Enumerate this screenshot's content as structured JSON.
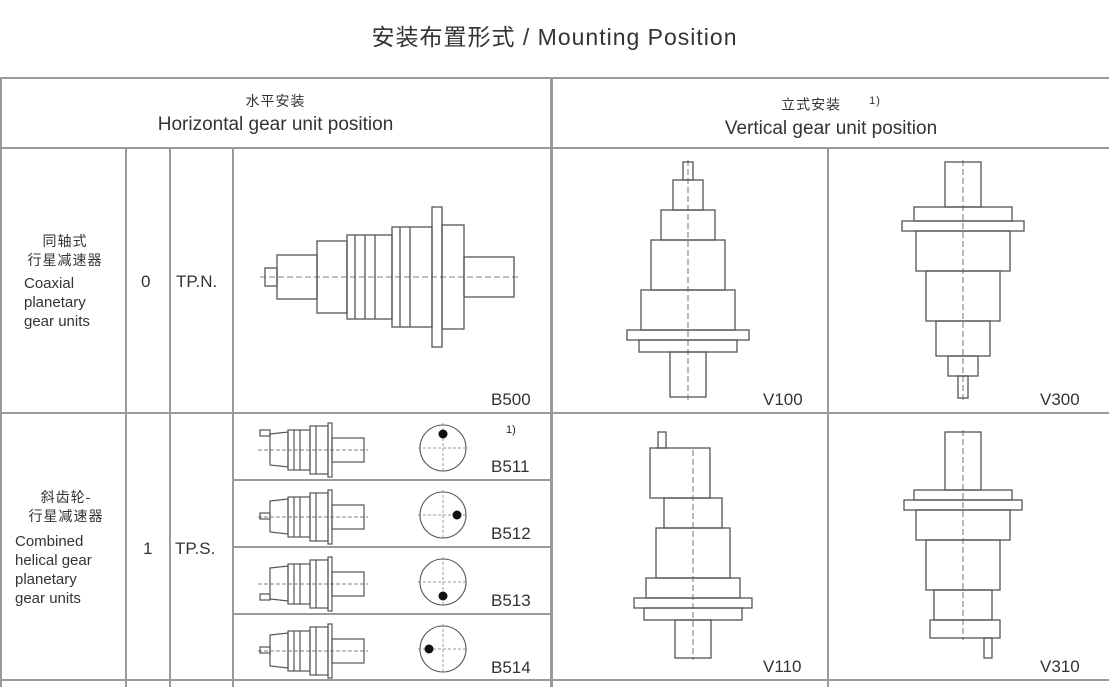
{
  "title": "安装布置形式 / Mounting Position",
  "header": {
    "horizontal_cn": "水平安装",
    "horizontal_en": "Horizontal gear unit position",
    "vertical_cn": "立式安装",
    "vertical_note": "1)",
    "vertical_en": "Vertical gear unit position"
  },
  "rows": [
    {
      "label_cn_1": "同轴式",
      "label_cn_2": "行星减速器",
      "label_en": [
        "Coaxial",
        "planetary",
        "gear units"
      ],
      "number": "0",
      "type": "TP.N.",
      "horizontal": "B500",
      "vertical": [
        "V100",
        "V300"
      ]
    },
    {
      "label_cn_1": "斜齿轮-",
      "label_cn_2": "行星减速器",
      "label_en": [
        "Combined",
        "helical gear",
        "planetary",
        "gear units"
      ],
      "number": "1",
      "type": "TP.S.",
      "horizontal": [
        "B511",
        "B512",
        "B513",
        "B514"
      ],
      "horizontal_note": "1)",
      "vertical": [
        "V110",
        "V310"
      ]
    }
  ]
}
